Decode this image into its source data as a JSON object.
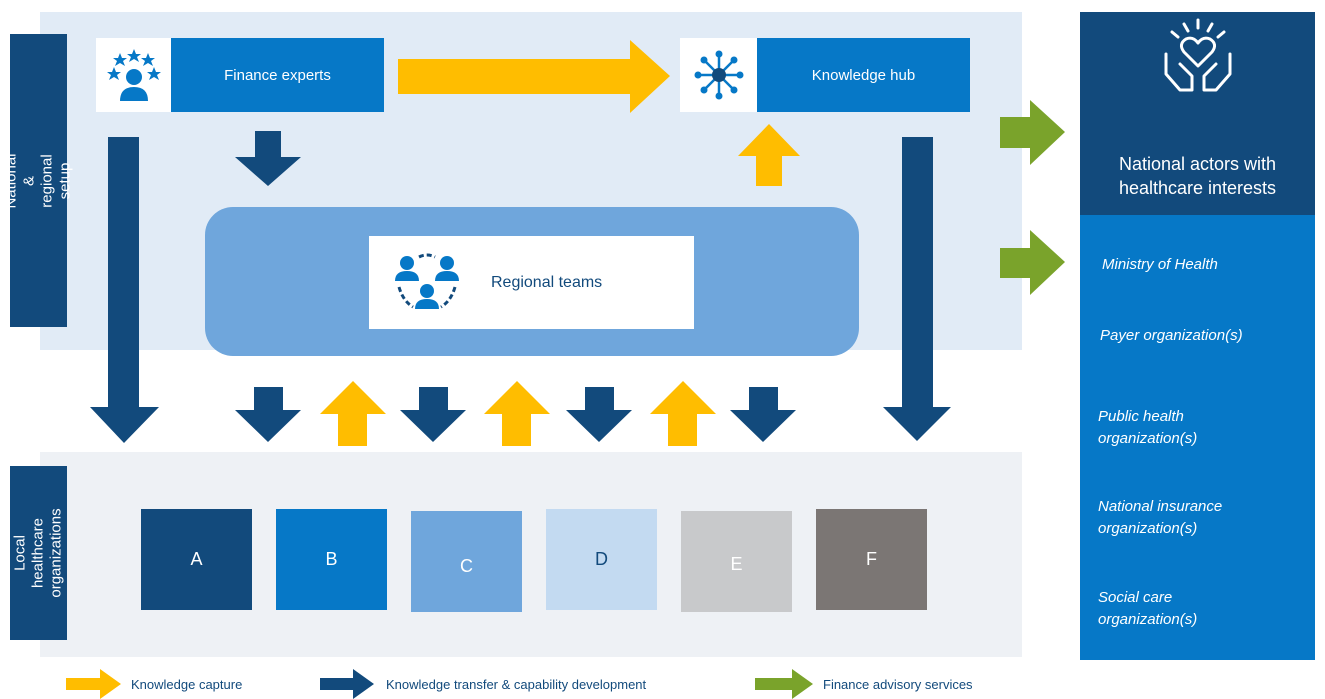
{
  "sections": {
    "national_label": "National &\nregional setup",
    "local_label": "Local healthcare\norganizations"
  },
  "nodes": {
    "finance_experts": "Finance experts",
    "knowledge_hub": "Knowledge hub",
    "regional_teams": "Regional teams"
  },
  "organizations": [
    {
      "label": "A",
      "color": "#124a7c",
      "text_color": "#ffffff"
    },
    {
      "label": "B",
      "color": "#0678c7",
      "text_color": "#ffffff"
    },
    {
      "label": "C",
      "color": "#6fa6dc",
      "text_color": "#ffffff"
    },
    {
      "label": "D",
      "color": "#c3daf1",
      "text_color": "#124a7c"
    },
    {
      "label": "E",
      "color": "#c8c9cb",
      "text_color": "#ffffff"
    },
    {
      "label": "F",
      "color": "#7b7674",
      "text_color": "#ffffff"
    }
  ],
  "right_panel": {
    "title": "National actors with\nhealthcare interests",
    "actors": [
      "Ministry of Health",
      "Payer organization(s)",
      "Public health\norganization(s)",
      "National insurance\norganization(s)",
      "Social care\norganization(s)"
    ]
  },
  "legend": {
    "knowledge_capture": "Knowledge capture",
    "knowledge_transfer": "Knowledge transfer & capability development",
    "finance_advisory": "Finance advisory services"
  },
  "colors": {
    "dark_navy": "#124a7c",
    "primary_blue": "#0678c7",
    "light_blue": "#6fa6dc",
    "yellow": "#ffbd00",
    "green": "#7aa32b"
  },
  "icons": {
    "finance_experts": "expert-person-stars-icon",
    "knowledge_hub": "network-hub-icon",
    "regional_teams": "team-people-icon",
    "national_actors": "heart-hands-icon"
  }
}
